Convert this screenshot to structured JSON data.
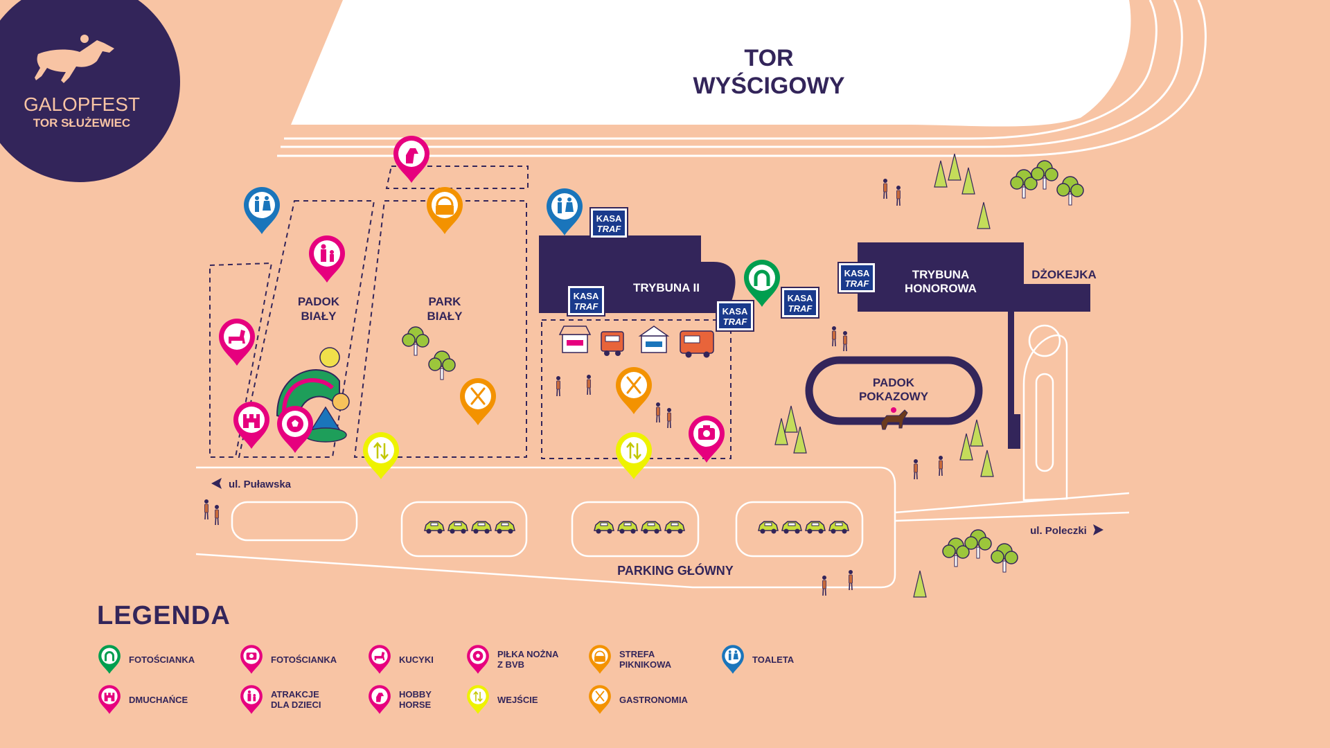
{
  "logo": {
    "line1": "GALOPFEST",
    "line2": "TOR SŁUŻEWIEC"
  },
  "colors": {
    "background": "#f8c4a4",
    "navy": "#33255a",
    "magenta": "#e6007e",
    "blue": "#1a75bb",
    "green": "#009e4f",
    "orange": "#f39200",
    "yellow": "#eef200",
    "tree": "#9cc63b"
  },
  "map": {
    "race_track": {
      "line1": "TOR",
      "line2": "WYŚCIGOWY"
    },
    "padok_bialy": {
      "line1": "PADOK",
      "line2": "BIAŁY"
    },
    "park_bialy": {
      "line1": "PARK",
      "line2": "BIAŁY"
    },
    "trybuna_ii": "TRYBUNA II",
    "trybuna_honorowa": {
      "line1": "TRYBUNA",
      "line2": "HONOROWA"
    },
    "dzokejka": "DŻOKEJKA",
    "padok_pokazowy": {
      "line1": "PADOK",
      "line2": "POKAZOWY"
    },
    "ul_pulawska": "ul. Puławska",
    "ul_poleczki": "ul. Poleczki",
    "parking": "PARKING GŁÓWNY",
    "kasa": {
      "line1": "KASA",
      "line2": "TRAF"
    }
  },
  "legend": {
    "title": "LEGENDA",
    "items": [
      {
        "icon": "horseshoe-icon",
        "color": "green",
        "label": "FOTOŚCIANKA"
      },
      {
        "icon": "camera-icon",
        "color": "magenta",
        "label": "FOTOŚCIANKA"
      },
      {
        "icon": "pony-icon",
        "color": "magenta",
        "label": "KUCYKI"
      },
      {
        "icon": "soccer-ball-icon",
        "color": "magenta",
        "label": "PIŁKA NOŻNA\nZ BVB"
      },
      {
        "icon": "picnic-basket-icon",
        "color": "orange",
        "label": "STREFA\nPIKNIKOWA"
      },
      {
        "icon": "toilet-icon",
        "color": "blue",
        "label": "TOALETA"
      },
      {
        "icon": "bouncy-castle-icon",
        "color": "magenta",
        "label": "DMUCHAŃCE"
      },
      {
        "icon": "kids-attractions-icon",
        "color": "magenta",
        "label": "ATRAKCJE\nDLA DZIECI"
      },
      {
        "icon": "hobby-horse-icon",
        "color": "magenta",
        "label": "HOBBY\nHORSE"
      },
      {
        "icon": "entrance-arrows-icon",
        "color": "yellow",
        "label": "WEJŚCIE"
      },
      {
        "icon": "cutlery-icon",
        "color": "orange",
        "label": "GASTRONOMIA"
      }
    ]
  }
}
